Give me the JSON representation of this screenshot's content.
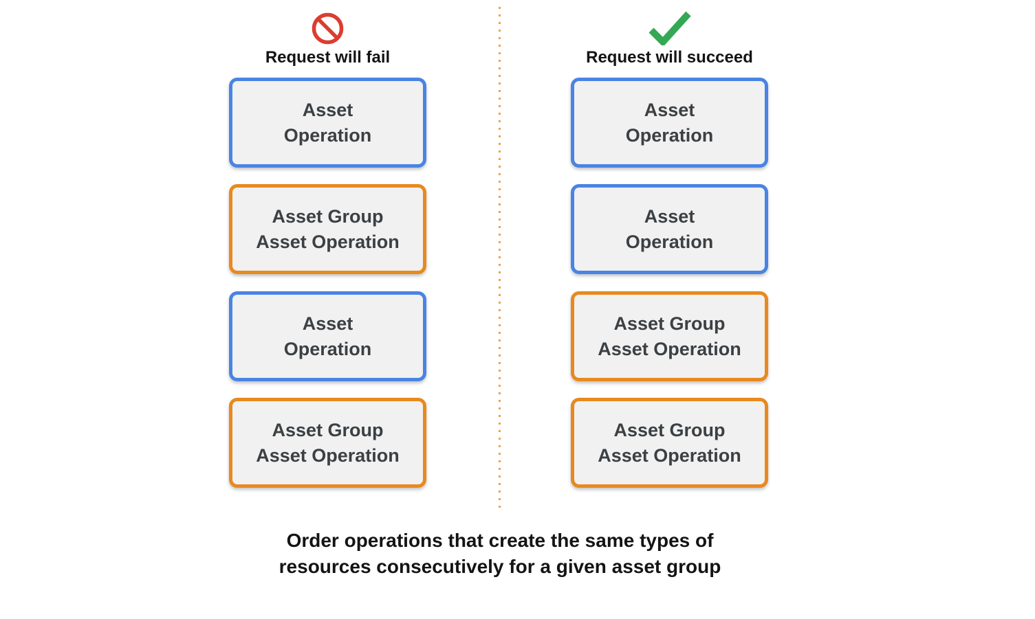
{
  "columns": [
    {
      "id": "fail",
      "icon": "prohibited-icon",
      "title": "Request will fail",
      "boxes": [
        {
          "type": "asset-operation",
          "label": "Asset\nOperation"
        },
        {
          "type": "asset-group-asset-operation",
          "label": "Asset Group\nAsset Operation"
        },
        {
          "type": "asset-operation",
          "label": "Asset\nOperation"
        },
        {
          "type": "asset-group-asset-operation",
          "label": "Asset Group\nAsset Operation"
        }
      ]
    },
    {
      "id": "succeed",
      "icon": "checkmark-icon",
      "title": "Request will succeed",
      "boxes": [
        {
          "type": "asset-operation",
          "label": "Asset\nOperation"
        },
        {
          "type": "asset-operation",
          "label": "Asset\nOperation"
        },
        {
          "type": "asset-group-asset-operation",
          "label": "Asset Group\nAsset Operation"
        },
        {
          "type": "asset-group-asset-operation",
          "label": "Asset Group\nAsset Operation"
        }
      ]
    }
  ],
  "caption": "Order operations that create the same types of\nresources consecutively for a given asset group",
  "colors": {
    "asset_border": "#4984E4",
    "asset_group_border": "#E8891F",
    "box_background": "#F1F1F1",
    "box_text": "#3C4043",
    "heading_text": "#141414",
    "fail_icon": "#DB3D32",
    "succeed_icon": "#34A853",
    "divider_dot": "#ECA24F"
  }
}
